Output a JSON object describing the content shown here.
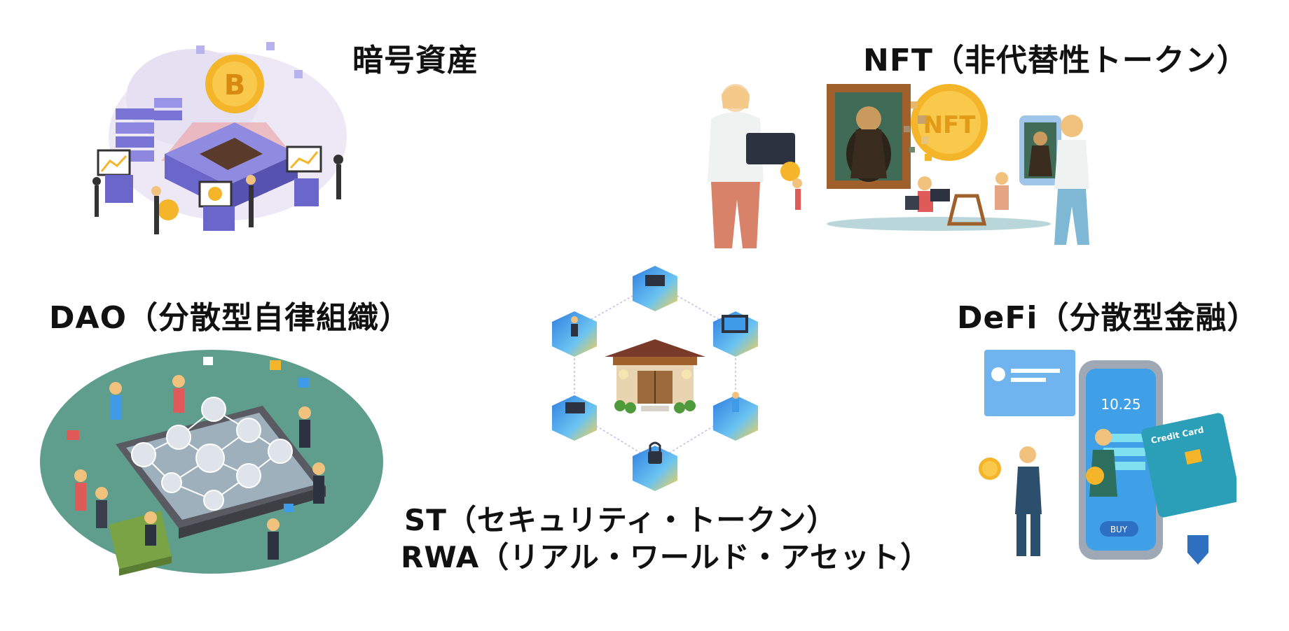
{
  "labels": {
    "crypto": "暗号資産",
    "nft": "NFT（非代替性トークン）",
    "dao": "DAO（分散型自律組織）",
    "defi": "DeFi（分散型金融）",
    "st": "ST（セキュリティ・トークン）",
    "rwa": "RWA（リアル・ワールド・アセット）"
  },
  "illustration_text": {
    "crypto_coin_symbol": "B",
    "nft_coin": "NFT",
    "defi_time": "10.25",
    "defi_card": "Credit Card",
    "defi_buy": "BUY"
  },
  "colors": {
    "purple": "#6b66c9",
    "gold": "#f5b52a",
    "teal": "#5f9e8c",
    "blue": "#3f9be8"
  }
}
